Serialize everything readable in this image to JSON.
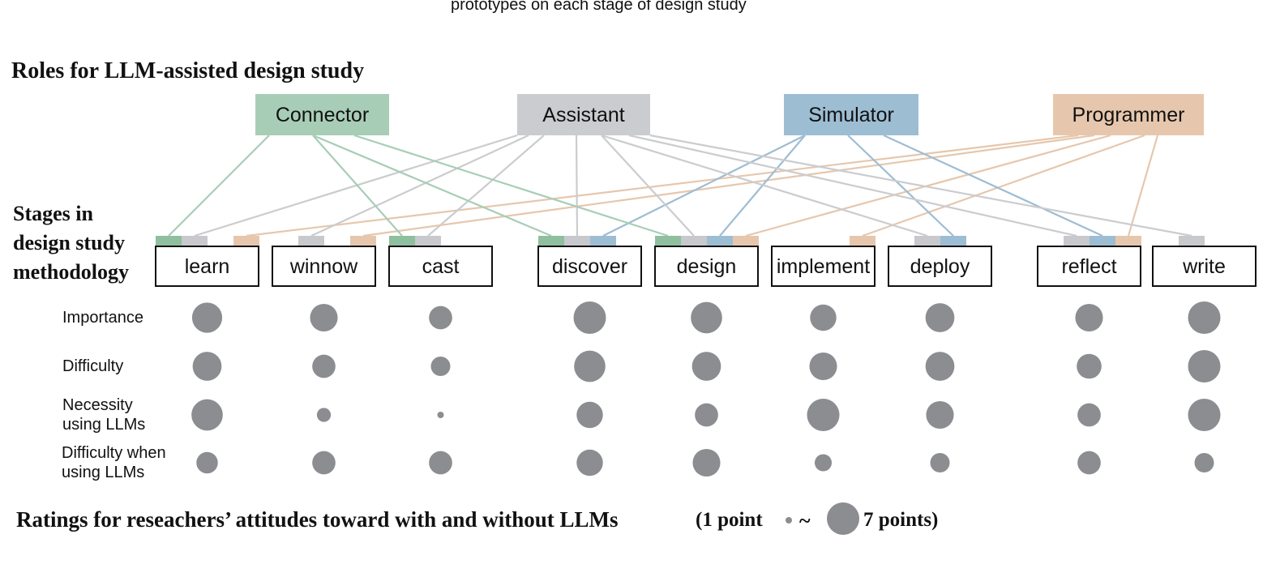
{
  "header_fragment": "prototypes on each stage of design study",
  "roles_title": "Roles for LLM-assisted design study",
  "stages_title": [
    "Stages in",
    "design study",
    "methodology"
  ],
  "roles": [
    {
      "id": "connector",
      "label": "Connector",
      "color": "#a8cdb7",
      "tab_color": "#8fbf9f"
    },
    {
      "id": "assistant",
      "label": "Assistant",
      "color": "#cbcccf",
      "tab_color": "#c8c9cc"
    },
    {
      "id": "simulator",
      "label": "Simulator",
      "color": "#9dbdd3",
      "tab_color": "#9dbdd3"
    },
    {
      "id": "programmer",
      "label": "Programmer",
      "color": "#e6c7ad",
      "tab_color": "#e6c7ad"
    }
  ],
  "stages": [
    {
      "id": "learn",
      "label": "learn",
      "roles": [
        "connector",
        "assistant",
        "programmer"
      ]
    },
    {
      "id": "winnow",
      "label": "winnow",
      "roles": [
        "assistant",
        "programmer"
      ]
    },
    {
      "id": "cast",
      "label": "cast",
      "roles": [
        "connector",
        "assistant"
      ]
    },
    {
      "id": "discover",
      "label": "discover",
      "roles": [
        "connector",
        "assistant",
        "simulator"
      ]
    },
    {
      "id": "design",
      "label": "design",
      "roles": [
        "connector",
        "assistant",
        "simulator",
        "programmer"
      ]
    },
    {
      "id": "implement",
      "label": "implement",
      "roles": [
        "programmer"
      ]
    },
    {
      "id": "deploy",
      "label": "deploy",
      "roles": [
        "assistant",
        "simulator"
      ]
    },
    {
      "id": "reflect",
      "label": "reflect",
      "roles": [
        "assistant",
        "simulator",
        "programmer"
      ]
    },
    {
      "id": "write",
      "label": "write",
      "roles": [
        "assistant"
      ]
    }
  ],
  "metrics": [
    {
      "id": "importance",
      "lines": [
        "Importance"
      ]
    },
    {
      "id": "difficulty",
      "lines": [
        "Difficulty"
      ]
    },
    {
      "id": "necessity",
      "lines": [
        "Necessity",
        "using LLMs"
      ]
    },
    {
      "id": "difficulty_llm",
      "lines": [
        "Difficulty when",
        "using LLMs"
      ]
    }
  ],
  "ratings": {
    "importance": [
      6.0,
      5.0,
      3.5,
      7.0,
      6.5,
      4.5,
      5.5,
      5.0,
      7.0
    ],
    "difficulty": [
      5.5,
      3.5,
      2.5,
      6.5,
      5.5,
      5.0,
      5.5,
      4.0,
      7.0
    ],
    "necessity": [
      6.5,
      1.5,
      1.0,
      4.5,
      3.5,
      7.0,
      5.0,
      3.5,
      7.0
    ],
    "difficulty_llm": [
      3.0,
      3.5,
      3.5,
      4.5,
      5.0,
      2.0,
      2.5,
      3.5,
      2.5
    ]
  },
  "legend": {
    "caption": "Ratings for reseachers’ attitudes toward with and without LLMs",
    "open": "(1 point",
    "tilde": "~",
    "close": "7 points)",
    "min_value": 1,
    "max_value": 7
  }
}
